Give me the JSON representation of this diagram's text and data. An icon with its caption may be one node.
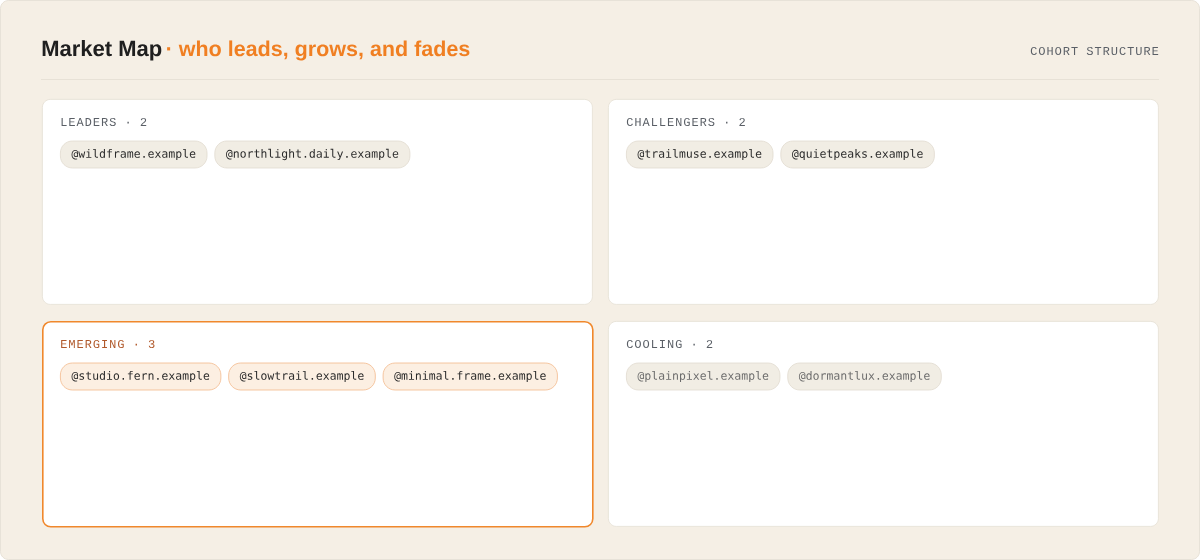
{
  "diagram": {
    "title": "Market Map",
    "nodes": [
      {
        "text": [
          "LEADERS · 2"
        ]
      },
      {
        "text": [
          "@wildframe.example"
        ],
        "in": 0
      },
      {
        "text": [
          "@northlight.daily.example"
        ],
        "in": 0
      },
      {
        "text": [
          "CHALLENGERS · 2"
        ]
      },
      {
        "text": [
          "@trailmuse.example"
        ],
        "in": 3
      },
      {
        "text": [
          "@quietpeaks.example"
        ],
        "in": 3
      },
      {
        "text": [
          "EMERGING · 3"
        ]
      },
      {
        "text": [
          "@studio.fern.example"
        ],
        "in": 6
      },
      {
        "text": [
          "@slowtrail.example"
        ],
        "in": 6
      },
      {
        "text": [
          "@minimal.frame.example"
        ],
        "in": 6
      },
      {
        "text": [
          "COOLING · 2"
        ]
      },
      {
        "text": [
          "@plainpixel.example"
        ],
        "in": 10
      },
      {
        "text": [
          "@dormantlux.example"
        ],
        "in": 10
      }
    ],
    "labels": [
      "· who leads, grows, and fades",
      "COHORT STRUCTURE"
    ]
  }
}
